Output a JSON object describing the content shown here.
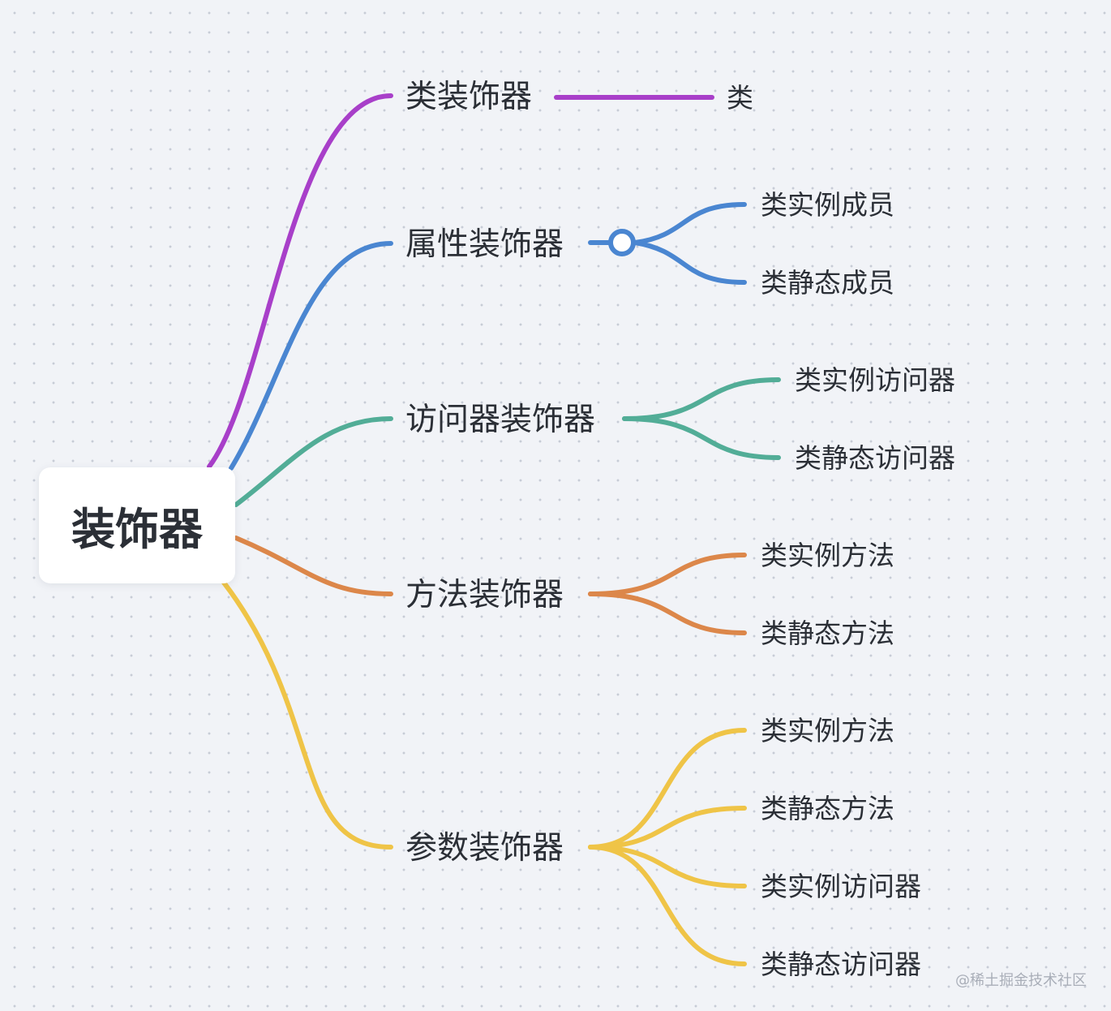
{
  "root": {
    "label": "装饰器"
  },
  "branches": [
    {
      "label": "类装饰器",
      "color": "#a83fc9",
      "children": [
        "类"
      ]
    },
    {
      "label": "属性装饰器",
      "color": "#4a86d1",
      "children": [
        "类实例成员",
        "类静态成员"
      ],
      "collapsed_toggle": true
    },
    {
      "label": "访问器装饰器",
      "color": "#52ad97",
      "children": [
        "类实例访问器",
        "类静态访问器"
      ]
    },
    {
      "label": "方法装饰器",
      "color": "#dc874a",
      "children": [
        "类实例方法",
        "类静态方法"
      ]
    },
    {
      "label": "参数装饰器",
      "color": "#efc447",
      "children": [
        "类实例方法",
        "类静态方法",
        "类实例访问器",
        "类静态访问器"
      ]
    }
  ],
  "watermark": "@稀土掘金技术社区"
}
